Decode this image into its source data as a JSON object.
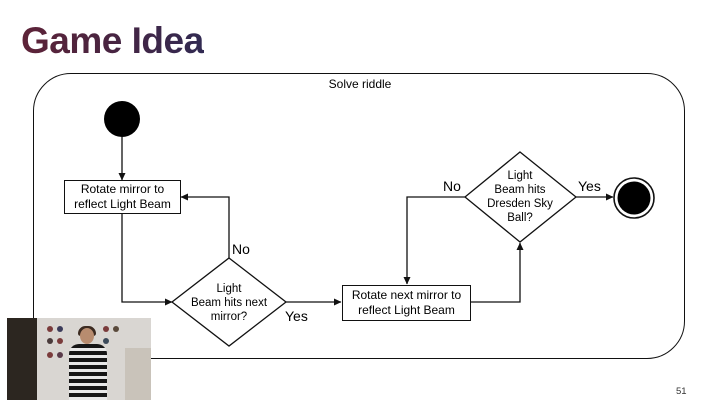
{
  "slide": {
    "title": "Game Idea",
    "page_number": "51"
  },
  "diagram": {
    "frame_label": "Solve riddle",
    "nodes": {
      "rotate_mirror": "Rotate mirror to\nreflect Light Beam",
      "decision_next_mirror": "Light\nBeam hits next\nmirror?",
      "rotate_next_mirror": "Rotate next mirror to\nreflect Light Beam",
      "decision_sky_ball": "Light\nBeam hits\nDresden Sky\nBall?"
    },
    "edge_labels": {
      "next_mirror_no": "No",
      "next_mirror_yes": "Yes",
      "sky_ball_no": "No",
      "sky_ball_yes": "Yes"
    }
  },
  "colors": {
    "title_gradient_start": "#5e2338",
    "title_gradient_end": "#312a52",
    "line": "#111111"
  },
  "webcam": {
    "icon": "presenter-video-icon"
  }
}
